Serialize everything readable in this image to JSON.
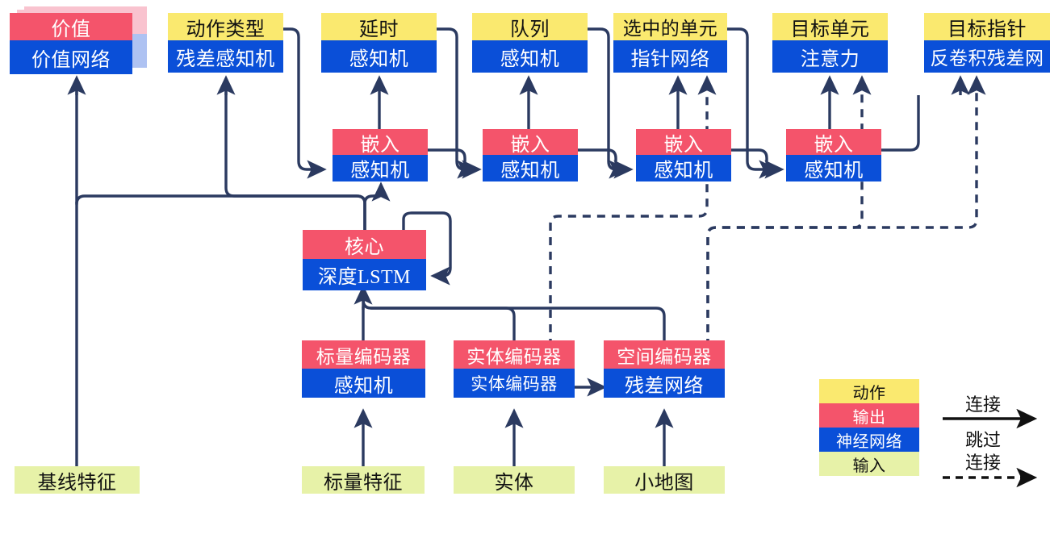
{
  "diagram": {
    "title": "AlphaStar-like agent architecture (Chinese labels)",
    "palette": {
      "action": "#FAE96F",
      "output": "#F4546B",
      "network": "#0A4FD8",
      "input": "#E7F2A8",
      "wire": "#2B3A60",
      "shadow_top": "#F9C3CF",
      "shadow_bottom": "#AEC2F2"
    },
    "heads": [
      {
        "id": "value",
        "top": "价值",
        "bottom": "价值网络",
        "top_kind": "output",
        "stacked": true
      },
      {
        "id": "action_type",
        "top": "动作类型",
        "bottom": "残差感知机",
        "top_kind": "action",
        "stacked": false
      },
      {
        "id": "delay",
        "top": "延时",
        "bottom": "感知机",
        "top_kind": "action",
        "stacked": false
      },
      {
        "id": "queue",
        "top": "队列",
        "bottom": "感知机",
        "top_kind": "action",
        "stacked": false
      },
      {
        "id": "selected",
        "top": "选中的单元",
        "bottom": "指针网络",
        "top_kind": "action",
        "stacked": false
      },
      {
        "id": "target_unit",
        "top": "目标单元",
        "bottom": "注意力",
        "top_kind": "action",
        "stacked": false
      },
      {
        "id": "target_point",
        "top": "目标指针",
        "bottom": "反卷积残差网",
        "top_kind": "action",
        "stacked": false
      }
    ],
    "embeds": [
      {
        "id": "embed1",
        "top": "嵌入",
        "bottom": "感知机"
      },
      {
        "id": "embed2",
        "top": "嵌入",
        "bottom": "感知机"
      },
      {
        "id": "embed3",
        "top": "嵌入",
        "bottom": "感知机"
      },
      {
        "id": "embed4",
        "top": "嵌入",
        "bottom": "感知机"
      }
    ],
    "core": {
      "id": "core",
      "top": "核心",
      "bottom": "深度LSTM"
    },
    "encoders": [
      {
        "id": "scalar_encoder",
        "top": "标量编码器",
        "bottom": "感知机"
      },
      {
        "id": "entity_encoder",
        "top": "实体编码器",
        "bottom": "实体编码器"
      },
      {
        "id": "spatial_encoder",
        "top": "空间编码器",
        "bottom": "残差网络"
      }
    ],
    "inputs": [
      {
        "id": "baseline_features",
        "label": "基线特征"
      },
      {
        "id": "scalar_features",
        "label": "标量特征"
      },
      {
        "id": "entities",
        "label": "实体"
      },
      {
        "id": "minimap",
        "label": "小地图"
      }
    ],
    "legend": {
      "swatches": [
        {
          "id": "legend-action",
          "label": "动作",
          "kind": "action"
        },
        {
          "id": "legend-output",
          "label": "输出",
          "kind": "output"
        },
        {
          "id": "legend-network",
          "label": "神经网络",
          "kind": "network"
        },
        {
          "id": "legend-input",
          "label": "输入",
          "kind": "input"
        }
      ],
      "edges": [
        {
          "id": "legend-connection",
          "label": "连接",
          "style": "solid"
        },
        {
          "id": "legend-skip-line1",
          "label": "跳过",
          "style": "dashed"
        },
        {
          "id": "legend-skip-line2",
          "label": "连接",
          "style": "dashed"
        }
      ]
    }
  }
}
